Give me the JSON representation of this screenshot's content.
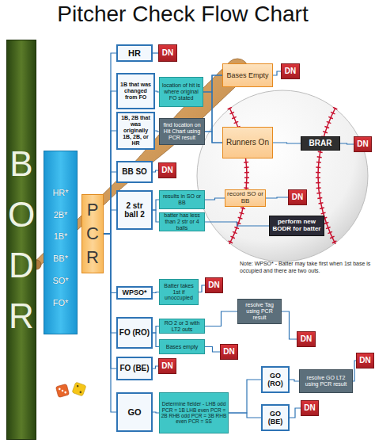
{
  "diagram": {
    "title": "Pitcher Check Flow Chart",
    "nodes": [
      {
        "text": [
          "BODR"
        ]
      },
      {
        "text": [
          "HR*",
          "2B*",
          "1B*",
          "BB*",
          "SO*",
          "FO*"
        ]
      },
      {
        "text": [
          "PCR"
        ]
      },
      {
        "text": [
          "HR"
        ]
      },
      {
        "text": [
          "DN"
        ]
      },
      {
        "text": [
          "1B that was changed from FO"
        ]
      },
      {
        "text": [
          "location of hit is where original FO stated"
        ]
      },
      {
        "text": [
          "Bases Empty"
        ]
      },
      {
        "text": [
          "DN"
        ]
      },
      {
        "text": [
          "1B, 2B that was originally 1B, 2B, or HR"
        ]
      },
      {
        "text": [
          "find location on Hit Chart using PCR result"
        ]
      },
      {
        "text": [
          "Runners On"
        ]
      },
      {
        "text": [
          "BRAR"
        ]
      },
      {
        "text": [
          "DN"
        ]
      },
      {
        "text": [
          "BB SO"
        ]
      },
      {
        "text": [
          "DN"
        ]
      },
      {
        "text": [
          "2 str ball 2"
        ]
      },
      {
        "text": [
          "results in SO or BB"
        ]
      },
      {
        "text": [
          "record SO or BB"
        ]
      },
      {
        "text": [
          "DN"
        ]
      },
      {
        "text": [
          "batter has less than 2 str or 4 balls"
        ]
      },
      {
        "text": [
          "perform new BODR for batter"
        ]
      },
      {
        "text": [
          "WPSO*"
        ]
      },
      {
        "text": [
          "Batter takes 1st if unoccupied"
        ]
      },
      {
        "text": [
          "DN"
        ]
      },
      {
        "text": [
          "FO (RO)"
        ]
      },
      {
        "text": [
          "RO 2 or 3 with LT2 outs"
        ]
      },
      {
        "text": [
          "resolve Tag using PCR result"
        ]
      },
      {
        "text": [
          "DN"
        ]
      },
      {
        "text": [
          "Bases empty"
        ]
      },
      {
        "text": [
          "DN"
        ]
      },
      {
        "text": [
          "FO (BE)"
        ]
      },
      {
        "text": [
          "DN"
        ]
      },
      {
        "text": [
          "GO"
        ]
      },
      {
        "text": [
          "Determine fielder - LHB odd PCR = 1B LHB even PCR = 2B RHB odd PCR = 3B RHB even PCR = SS"
        ]
      },
      {
        "text": [
          "GO (RO)"
        ]
      },
      {
        "text": [
          "resolve GO LT2 using PCR result"
        ]
      },
      {
        "text": [
          "DN"
        ]
      },
      {
        "text": [
          "GO (BE)"
        ]
      },
      {
        "text": [
          "DN"
        ]
      }
    ],
    "edges": [
      {
        "from": 2,
        "to": 3,
        "arrow": "none"
      },
      {
        "from": 2,
        "to": 5,
        "arrow": "none"
      },
      {
        "from": 2,
        "to": 9,
        "arrow": "none"
      },
      {
        "from": 2,
        "to": 14,
        "arrow": "none"
      },
      {
        "from": 2,
        "to": 16,
        "arrow": "none"
      },
      {
        "from": 2,
        "to": 22,
        "arrow": "none"
      },
      {
        "from": 2,
        "to": 25,
        "arrow": "none"
      },
      {
        "from": 2,
        "to": 31,
        "arrow": "none"
      },
      {
        "from": 2,
        "to": 33,
        "arrow": "none"
      },
      {
        "from": 3,
        "to": 4,
        "arrow": "none"
      },
      {
        "from": 5,
        "to": 6,
        "arrow": "none"
      },
      {
        "from": 6,
        "to": 7,
        "arrow": "none"
      },
      {
        "from": 6,
        "to": 11,
        "arrow": "none"
      },
      {
        "from": 7,
        "to": 8,
        "arrow": "none"
      },
      {
        "from": 9,
        "to": 10,
        "arrow": "none"
      },
      {
        "from": 10,
        "to": 7,
        "arrow": "none"
      },
      {
        "from": 10,
        "to": 11,
        "arrow": "none"
      },
      {
        "from": 11,
        "to": 12,
        "arrow": "none"
      },
      {
        "from": 12,
        "to": 13,
        "arrow": "none"
      },
      {
        "from": 14,
        "to": 15,
        "arrow": "none"
      },
      {
        "from": 16,
        "to": 17,
        "arrow": "none"
      },
      {
        "from": 16,
        "to": 20,
        "arrow": "none"
      },
      {
        "from": 17,
        "to": 18,
        "arrow": "none"
      },
      {
        "from": 18,
        "to": 19,
        "arrow": "none"
      },
      {
        "from": 20,
        "to": 21,
        "arrow": "none"
      },
      {
        "from": 22,
        "to": 23,
        "arrow": "none"
      },
      {
        "from": 23,
        "to": 24,
        "arrow": "none"
      },
      {
        "from": 25,
        "to": 26,
        "arrow": "none"
      },
      {
        "from": 25,
        "to": 29,
        "arrow": "none"
      },
      {
        "from": 26,
        "to": 27,
        "arrow": "none"
      },
      {
        "from": 27,
        "to": 28,
        "arrow": "none"
      },
      {
        "from": 29,
        "to": 30,
        "arrow": "none"
      },
      {
        "from": 31,
        "to": 32,
        "arrow": "none"
      },
      {
        "from": 33,
        "to": 34,
        "arrow": "none"
      },
      {
        "from": 34,
        "to": 35,
        "arrow": "none"
      },
      {
        "from": 34,
        "to": 38,
        "arrow": "none"
      },
      {
        "from": 35,
        "to": 36,
        "arrow": "none"
      },
      {
        "from": 36,
        "to": 37,
        "arrow": "none"
      },
      {
        "from": 38,
        "to": 39,
        "arrow": "none"
      }
    ],
    "labels": [
      "Note: WPSO* - Batter may take first when 1st base is occupied and there are two outs."
    ]
  }
}
